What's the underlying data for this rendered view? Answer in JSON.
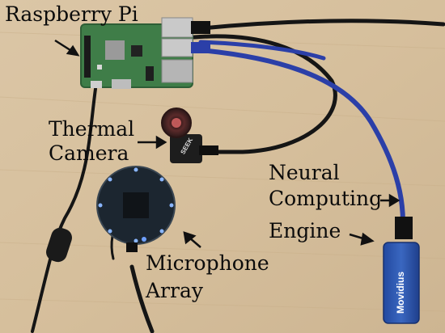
{
  "labels": {
    "raspberry_pi": "Raspberry Pi",
    "thermal_line1": "Thermal",
    "thermal_line2": "Camera",
    "neural_line1": "Neural",
    "neural_line2": "Computing",
    "neural_line3": "Engine",
    "mic_line1": "Microphone",
    "mic_line2": "Array"
  },
  "device_markings": {
    "seek": "SEEK",
    "movidius": "Movidius"
  },
  "colors": {
    "background": "#d9c4a3",
    "pcb_green": "#3f7d48",
    "usb_cable_blue": "#2b3fa8",
    "cable_black": "#151515",
    "mic_board": "#1c2630",
    "movidius_blue": "#2c55a6",
    "label_text": "#0b0b0b"
  }
}
